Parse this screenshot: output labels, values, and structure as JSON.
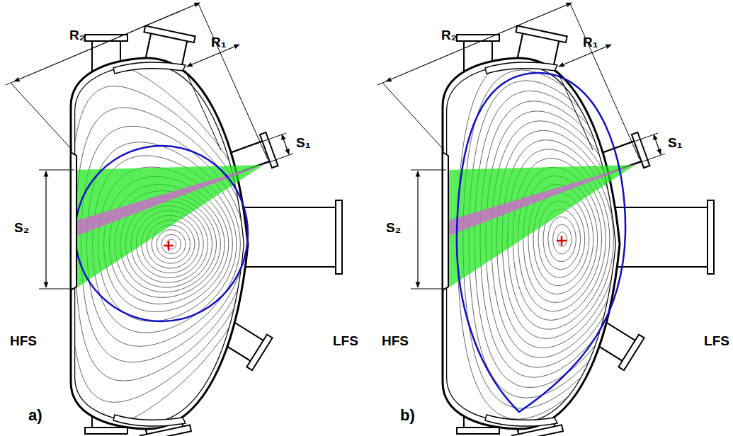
{
  "diagram": {
    "labels": [
      "R₂",
      "R₁",
      "S₁",
      "S₂",
      "HFS",
      "LFS",
      "a)",
      "R₂",
      "R₁",
      "S₁",
      "S₂",
      "HFS",
      "LFS",
      "b)"
    ]
  }
}
